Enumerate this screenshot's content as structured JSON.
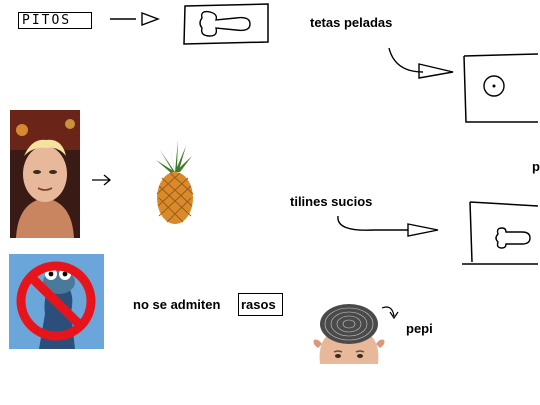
{
  "texts": {
    "pitos": "PITOS",
    "tetas_peladas": "tetas peladas",
    "tilines_sucios": "tilines sucios",
    "no_se_admiten": "no se admiten",
    "rasos": "rasos",
    "pepi": "pepi",
    "edge_letter": "p"
  },
  "icons": {
    "prohibition": "no-entry-sign",
    "pineapple": "pineapple",
    "arrow": "hand-drawn-arrow"
  },
  "colors": {
    "prohibition_red": "#e8141b",
    "photo_background": "#3a1a14",
    "sky_blue": "#6aa6da",
    "pineapple_body": "#d98a2a",
    "pineapple_leaves": "#3f7a2a",
    "skin": "#e8b89a"
  }
}
